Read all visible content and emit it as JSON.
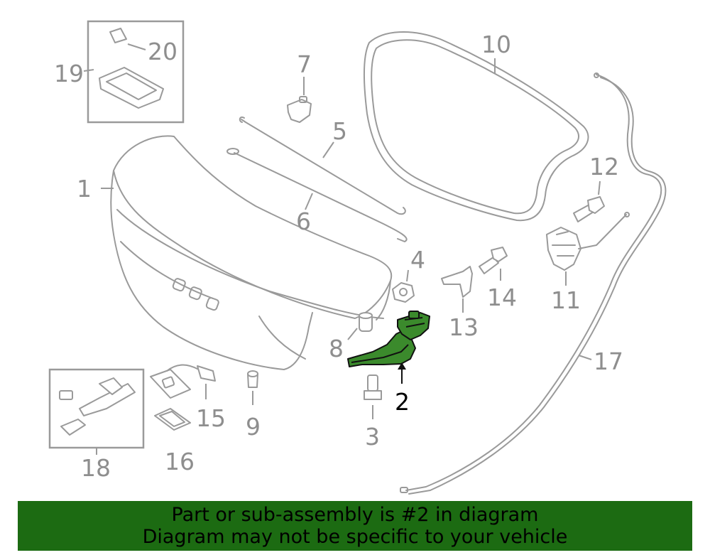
{
  "callouts": [
    {
      "num": "1",
      "highlighted": false
    },
    {
      "num": "2",
      "highlighted": true
    },
    {
      "num": "3",
      "highlighted": false
    },
    {
      "num": "4",
      "highlighted": false
    },
    {
      "num": "5",
      "highlighted": false
    },
    {
      "num": "6",
      "highlighted": false
    },
    {
      "num": "7",
      "highlighted": false
    },
    {
      "num": "8",
      "highlighted": false
    },
    {
      "num": "9",
      "highlighted": false
    },
    {
      "num": "10",
      "highlighted": false
    },
    {
      "num": "11",
      "highlighted": false
    },
    {
      "num": "12",
      "highlighted": false
    },
    {
      "num": "13",
      "highlighted": false
    },
    {
      "num": "14",
      "highlighted": false
    },
    {
      "num": "15",
      "highlighted": false
    },
    {
      "num": "16",
      "highlighted": false
    },
    {
      "num": "17",
      "highlighted": false
    },
    {
      "num": "18",
      "highlighted": false
    },
    {
      "num": "19",
      "highlighted": false
    },
    {
      "num": "20",
      "highlighted": false
    }
  ],
  "colors": {
    "highlight_part": "#3b8a2c",
    "banner_background": "#1c6b12",
    "callout_text": "#8e8e8e",
    "highlighted_callout_text": "#000000"
  },
  "banner": {
    "line1": "Part or sub-assembly is #2 in diagram",
    "line2": "Diagram may not be specific to your vehicle"
  }
}
